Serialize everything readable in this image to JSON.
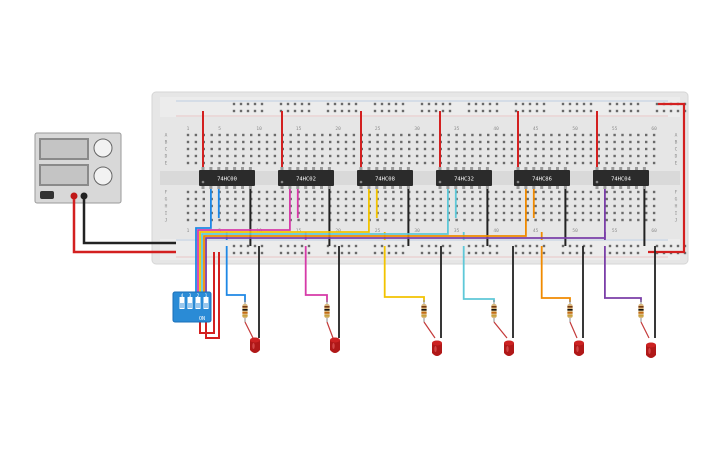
{
  "breadboard": {
    "column_labels": [
      "1",
      "5",
      "10",
      "15",
      "20",
      "25",
      "30",
      "35",
      "40",
      "45",
      "50",
      "55",
      "60"
    ],
    "row_labels_top": [
      "A",
      "B",
      "C",
      "D",
      "E"
    ],
    "row_labels_bottom": [
      "F",
      "G",
      "H",
      "I",
      "J"
    ]
  },
  "chips": [
    {
      "label": "74HC00",
      "wire_color": "#1e88e5"
    },
    {
      "label": "74HC02",
      "wire_color": "#d63aa8"
    },
    {
      "label": "74HC08",
      "wire_color": "#f2c300"
    },
    {
      "label": "74HC32",
      "wire_color": "#5ec8d8"
    },
    {
      "label": "74HC86",
      "wire_color": "#f08a00"
    },
    {
      "label": "74HC04",
      "wire_color": "#7b3fa8"
    }
  ],
  "dip_switch": {
    "position_labels": [
      "4",
      "3",
      "2",
      "1"
    ],
    "on_label": "ON"
  },
  "colors": {
    "power_wire": "#d32020",
    "ground_wire": "#222222",
    "led": "#b01818",
    "dip_body": "#2a8bd6",
    "breadboard": "#e6e6e6"
  }
}
